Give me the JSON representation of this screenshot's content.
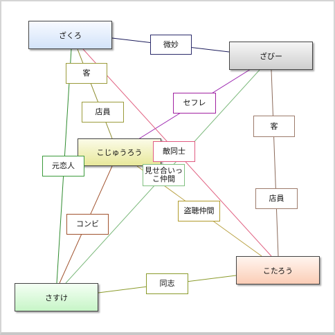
{
  "nodes": {
    "zakuro": "ざくろ",
    "zabi": "ざびー",
    "kojuro": "こじゅうろう",
    "kotarou": "こたろう",
    "sasuke": "さすけ"
  },
  "relations": {
    "bimyo": "微妙",
    "sefure": "セフレ",
    "kyaku1": "客",
    "tenin1": "店員",
    "kyaku2": "客",
    "tenin2": "店員",
    "tekido": "敵同士",
    "misease": "見せ合いっ\nこ仲間",
    "motokoi": "元恋人",
    "konbi": "コンビ",
    "touchou": "盗聴仲間",
    "doushi": "同志"
  },
  "colors": {
    "bimyo": "#1a1a5a",
    "sefure": "#9c27b0",
    "kyaku_tenin_zakuro_kojuro": "#8a8a2a",
    "kyaku_tenin_zabi_kotarou": "#8b6a5a",
    "tekido": "#e06080",
    "misease": "#7ab87a",
    "motokoi": "#2e8b2e",
    "konbi": "#a0522d",
    "touchou": "#b8a040",
    "doushi": "#8a9a2a"
  }
}
